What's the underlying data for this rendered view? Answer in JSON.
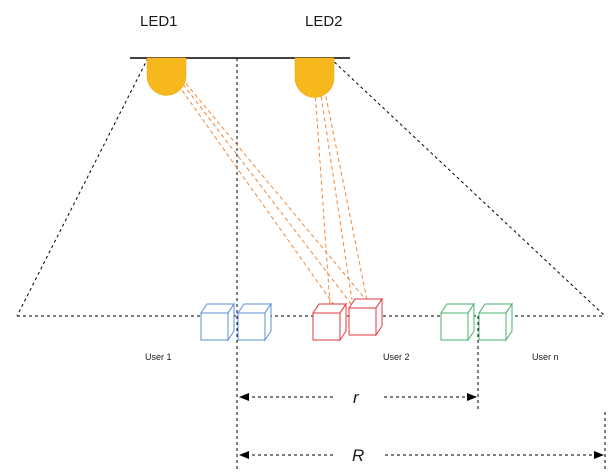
{
  "leds": [
    {
      "label": "LED1",
      "color": "#f7b81e"
    },
    {
      "label": "LED2",
      "color": "#f7b81e"
    }
  ],
  "users": [
    {
      "label": "User 1",
      "color": "#5b8ed6"
    },
    {
      "label": "User 2",
      "color": "#e0393c"
    },
    {
      "label": "User n",
      "color": "#49b36b"
    }
  ],
  "dimensions": {
    "inner_radius": "r",
    "outer_radius": "R"
  },
  "colors": {
    "beam": "#f0883a",
    "lines": "#000000"
  }
}
